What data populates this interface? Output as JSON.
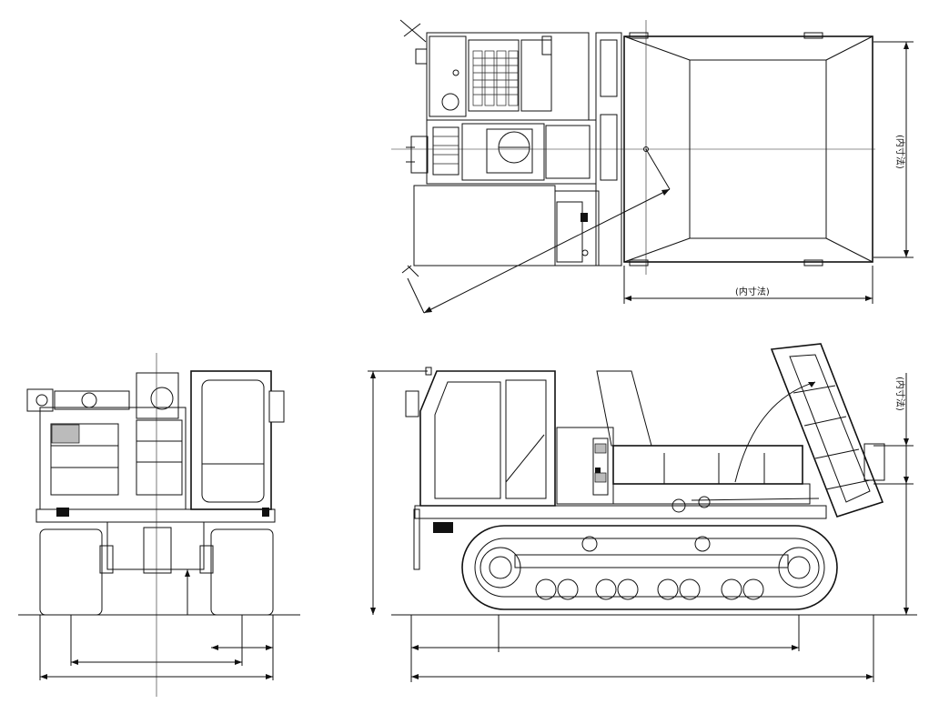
{
  "dimension_labels": {
    "inner_size_top_vertical": "(内寸法)",
    "inner_size_top_horizontal": "(内寸法)",
    "inner_size_side_vertical": "(内寸法)"
  }
}
